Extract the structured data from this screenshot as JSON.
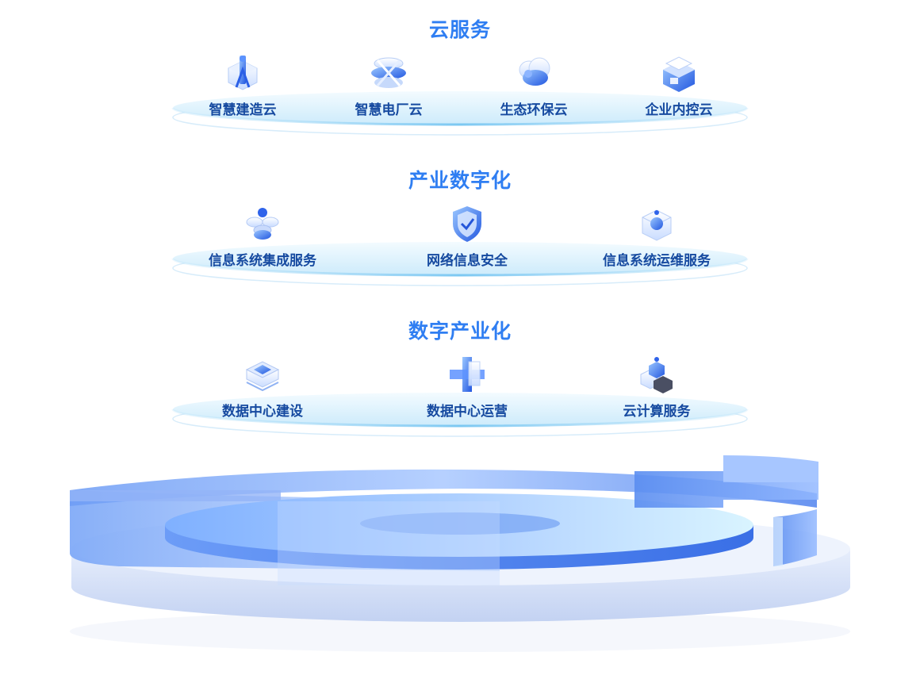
{
  "tiers": [
    {
      "title": "云服务",
      "items": [
        {
          "label": "智慧建造云",
          "icon": "construction-crane-icon"
        },
        {
          "label": "智慧电厂云",
          "icon": "power-plant-icon"
        },
        {
          "label": "生态环保云",
          "icon": "eco-cloud-icon"
        },
        {
          "label": "企业内控云",
          "icon": "enterprise-control-icon"
        }
      ]
    },
    {
      "title": "产业数字化",
      "items": [
        {
          "label": "信息系统集成服务",
          "icon": "system-integration-icon"
        },
        {
          "label": "网络信息安全",
          "icon": "security-shield-icon"
        },
        {
          "label": "信息系统运维服务",
          "icon": "system-maintenance-icon"
        }
      ]
    },
    {
      "title": "数字产业化",
      "items": [
        {
          "label": "数据中心建设",
          "icon": "datacenter-build-icon"
        },
        {
          "label": "数据中心运营",
          "icon": "datacenter-operations-icon"
        },
        {
          "label": "云计算服务",
          "icon": "cloud-computing-icon"
        }
      ]
    }
  ],
  "colors": {
    "title": "#2f7ef2",
    "label": "#164aa0",
    "platform_light": "#e3f4fd",
    "platform_edge": "#9fd3f3",
    "base_blue": "#4d86ee"
  }
}
